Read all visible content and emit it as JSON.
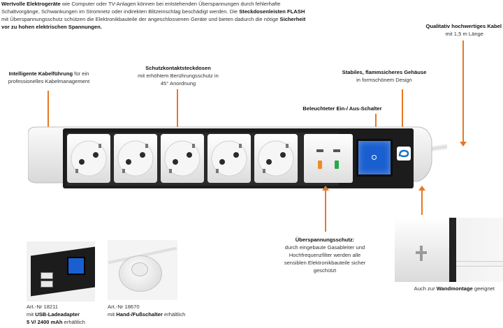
{
  "intro": {
    "bold_lead": "Wertvolle Elektrogeräte",
    "text1": " wie Computer oder TV-Anlagen können bei entstehenden Überspannungen durch fehlerhafte Schaltvorgänge, Schwankungen im Stromnetz oder indirekten Blitzeinschlag beschädigt werden. Die ",
    "bold_mid": "Steckdosenleisten FLASH",
    "text2": " mit Überspannungsschutz schützen die Elektronikbauteile der angeschlossenen Geräte und bieten dadurch die nötige ",
    "bold_end": "Sicherheit vor zu hohen elektrischen Spannungen."
  },
  "callouts": {
    "cable_title": "Qualitativ hochwertiges Kabel",
    "cable_sub": "mit 1,5 m Länge",
    "cable_mgmt_title": "Intelligente Kabelführung",
    "cable_mgmt_sub1": " für ein",
    "cable_mgmt_sub2": "professionelles Kabelmanagement",
    "sockets_title": "Schutzkontaktsteckdosen",
    "sockets_sub1": "mit erhöhtem Berührungsschutz in",
    "sockets_sub2": "45° Anordnung",
    "housing_title": "Stabiles, flammsicheres Gehäuse",
    "housing_sub": "in formschönem Design",
    "switch_title": "Beleuchteter Ein-/ Aus-Schalter",
    "surge_title": "Überspannungsschutz:",
    "surge_l1": "durch eingebaute Gasableiter und",
    "surge_l2": "Hochfrequenzfilter werden alle",
    "surge_l3": "sensiblen Elektronikbauteile sicher",
    "surge_l4": "geschützt",
    "wall_pre": "Auch zur ",
    "wall_bold": "Wandmontage",
    "wall_post": " geeignet"
  },
  "accessories": {
    "usb_art": "Art.-Nr 18211",
    "usb_pre": "mit ",
    "usb_bold": "USB-Ladeadapter",
    "usb_spec": "5 V/ 2400 mAh",
    "usb_post": " erhältlich",
    "foot_art": "Art.-Nr 18670",
    "foot_pre": "mit ",
    "foot_bold": "Hand-/Fußschalter",
    "foot_post": " erhältlich"
  },
  "colors": {
    "accent_arrow": "#e87722",
    "switch_blue": "#1a5fd0",
    "housing_black": "#1c1c1c",
    "housing_white": "#f0f0f0",
    "led_orange": "#f08a24",
    "led_green": "#2aa84a"
  },
  "icons": {
    "socket": "schuko-socket-icon",
    "switch": "power-switch-icon",
    "logo": "brand-logo-icon",
    "wall_mount": "wall-mount-slot-icon"
  }
}
